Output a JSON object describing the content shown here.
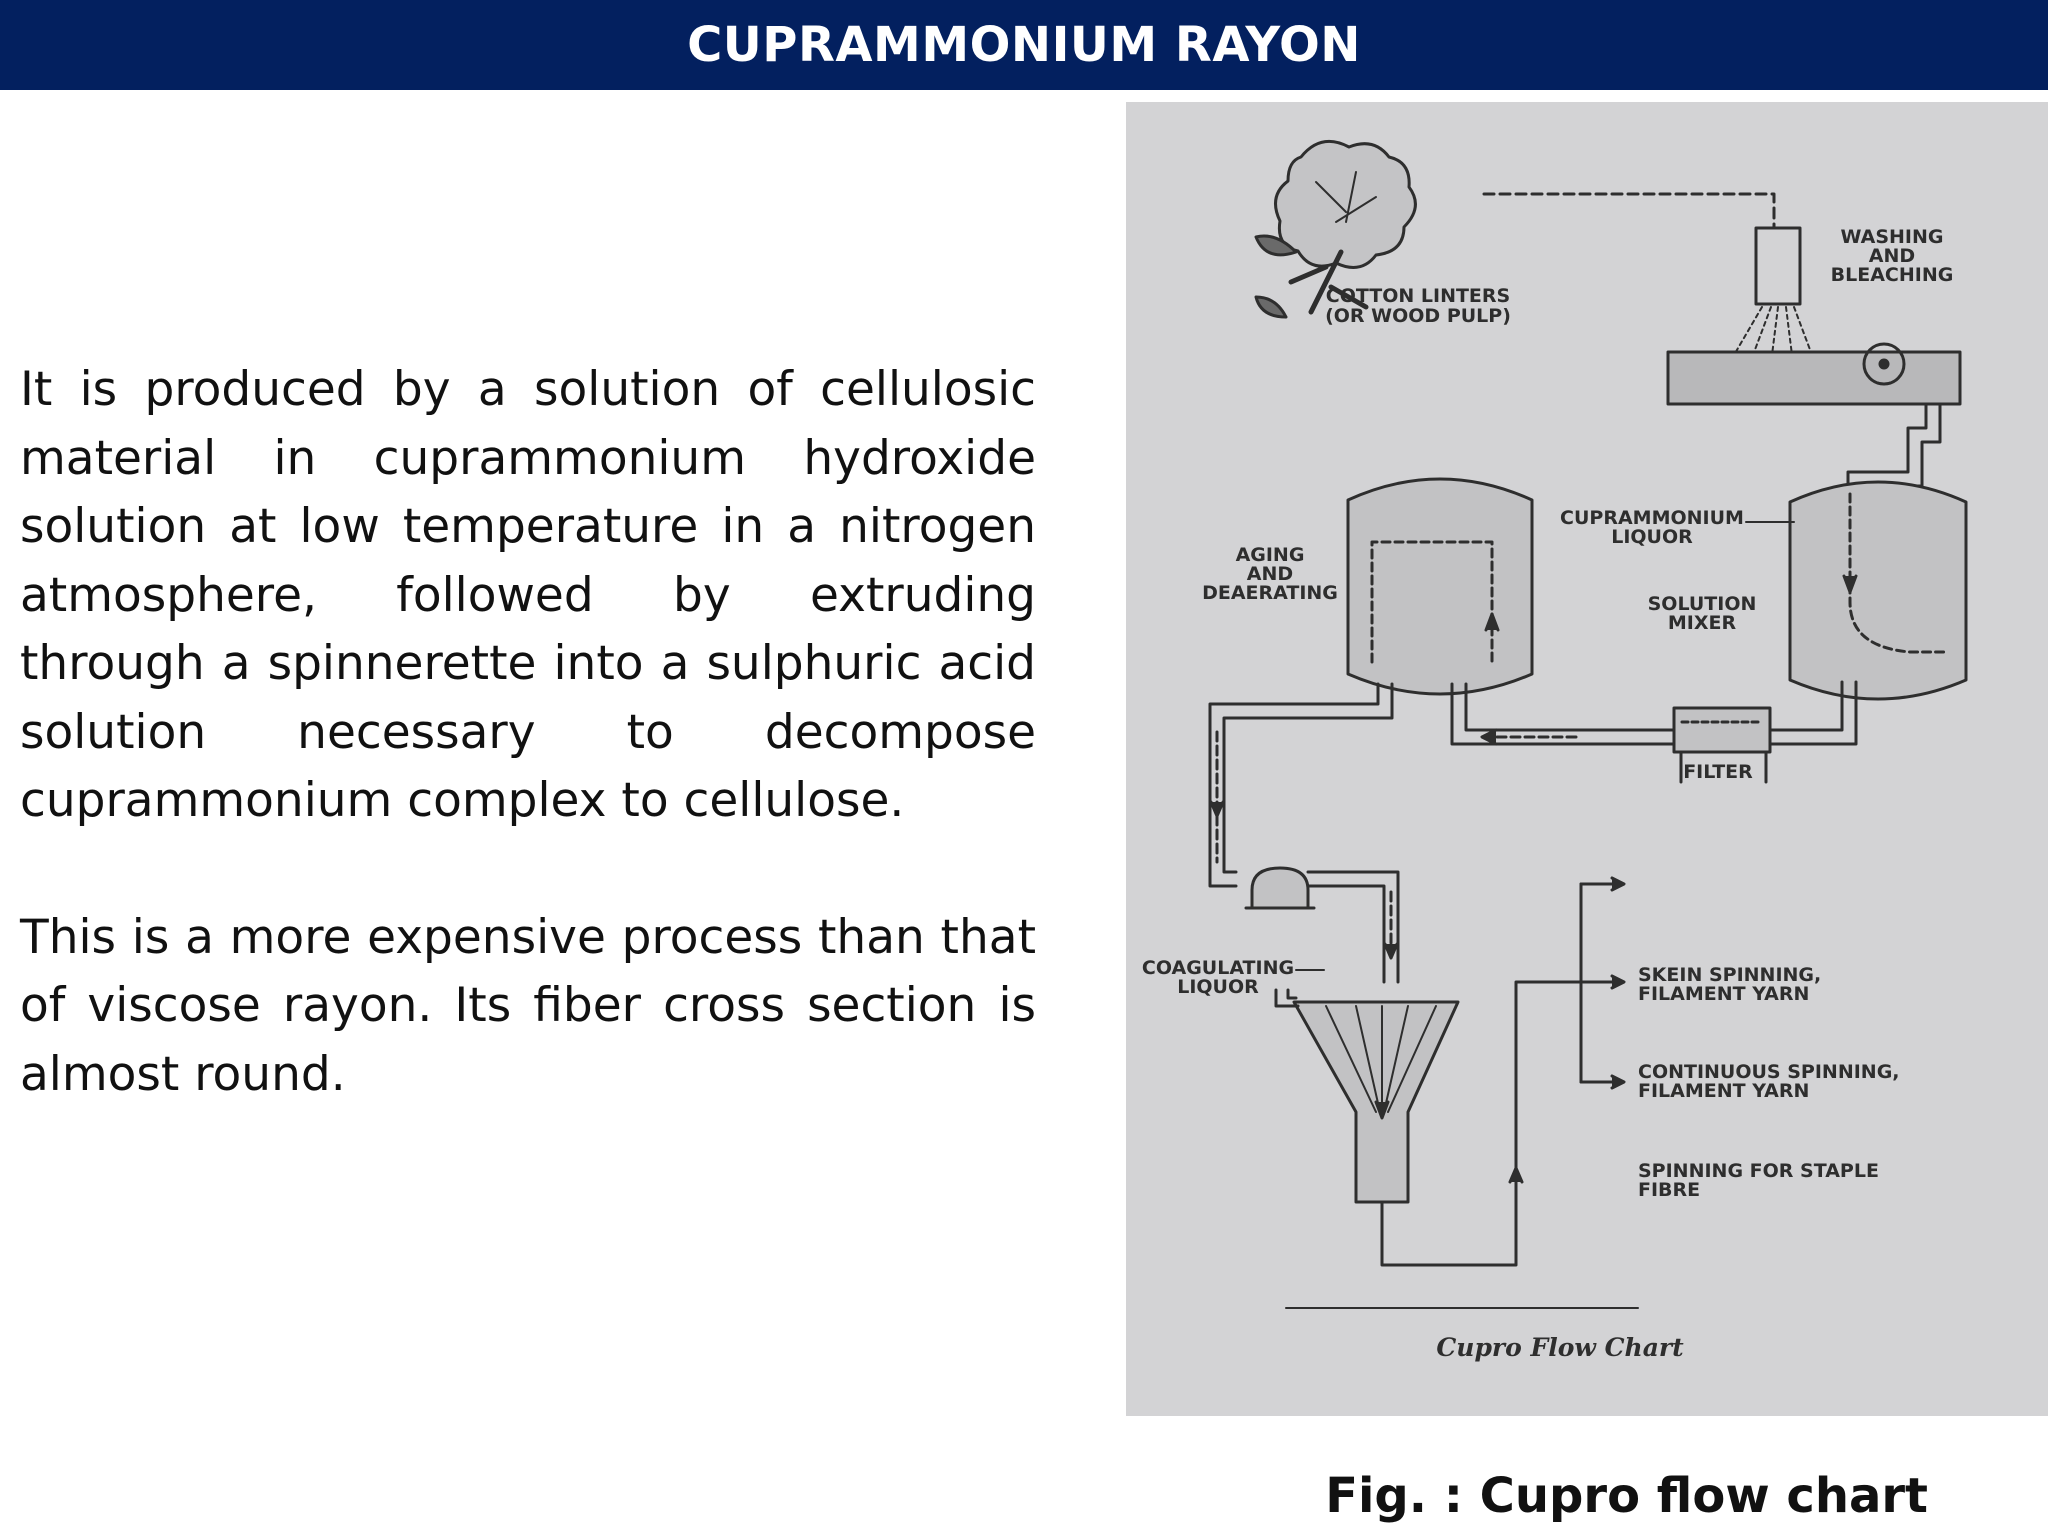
{
  "header": {
    "title": "CUPRAMMONIUM RAYON"
  },
  "body": {
    "paragraphs": [
      "It is produced by a solution of cellulosic material in cuprammonium hydroxide solution at low temperature in a nitrogen atmosphere, followed by extruding through a spinnerette into a sulphuric acid solution necessary to decompose cuprammonium complex to cellulose.",
      "This is a more expensive process than that of viscose rayon. Its fiber cross section is almost round."
    ]
  },
  "figure": {
    "caption": "Fig. : Cupro flow chart",
    "chart_title": "Cupro Flow Chart",
    "labels": {
      "cotton_line1": "COTTON LINTERS",
      "cotton_line2": "(OR WOOD PULP)",
      "washing_line1": "WASHING",
      "washing_line2": "AND",
      "washing_line3": "BLEACHING",
      "cupram_line1": "CUPRAMMONIUM",
      "cupram_line2": "LIQUOR",
      "aging_line1": "AGING",
      "aging_line2": "AND",
      "aging_line3": "DEAERATING",
      "mixer_line1": "SOLUTION",
      "mixer_line2": "MIXER",
      "filter": "FILTER",
      "coag_line1": "COAGULATING",
      "coag_line2": "LIQUOR",
      "skein_line1": "SKEIN SPINNING,",
      "skein_line2": "FILAMENT YARN",
      "cont_line1": "CONTINUOUS SPINNING,",
      "cont_line2": "FILAMENT YARN",
      "staple_line1": "SPINNING FOR STAPLE",
      "staple_line2": "FIBRE"
    }
  },
  "colors": {
    "header_bg": "#03205f",
    "header_text": "#ffffff",
    "figure_bg": "#d3d3d5",
    "line": "#2e2e2e"
  }
}
